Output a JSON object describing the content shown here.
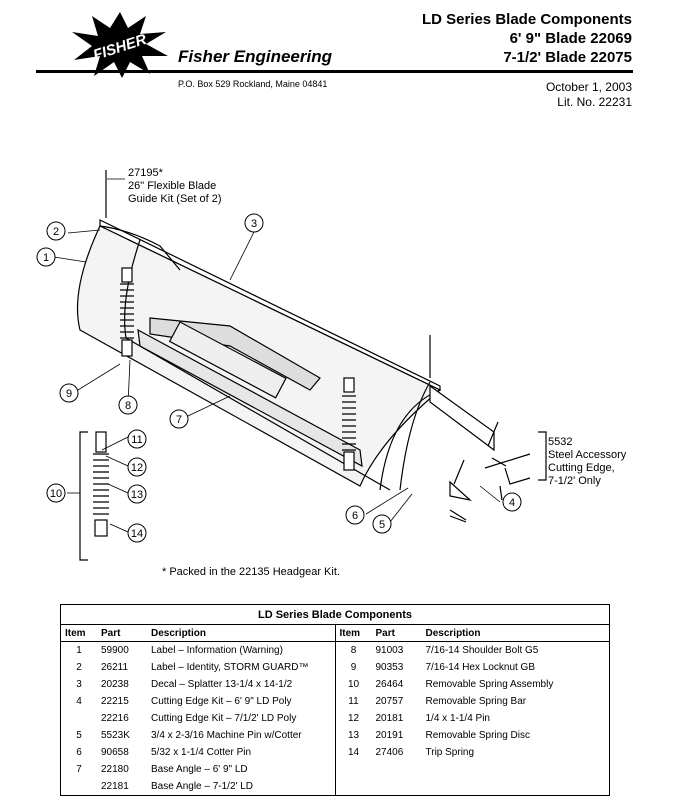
{
  "header": {
    "logo_text": "FISHER",
    "company": "Fisher Engineering",
    "address": "P.O. Box 529 Rockland, Maine 04841",
    "title_lines": [
      "LD Series Blade Components",
      "6' 9\" Blade 22069",
      "7-1/2' Blade 22075"
    ],
    "date": "October 1, 2003",
    "lit_no": "Lit. No. 22231"
  },
  "diagram": {
    "callouts": [
      "1",
      "2",
      "3",
      "4",
      "5",
      "6",
      "7",
      "8",
      "9",
      "10",
      "11",
      "12",
      "13",
      "14"
    ],
    "label_27195": [
      "27195*",
      "26\" Flexible Blade",
      "Guide Kit (Set of 2)"
    ],
    "label_5532": [
      "5532",
      "Steel Accessory",
      "Cutting Edge,",
      "7-1/2' Only"
    ],
    "footnote": "* Packed in the 22135 Headgear Kit."
  },
  "parts_table": {
    "title": "LD Series Blade Components",
    "headers": {
      "item": "Item",
      "part": "Part",
      "description": "Description"
    },
    "left_rows": [
      {
        "item": "1",
        "part": "59900",
        "desc": "Label – Information (Warning)"
      },
      {
        "item": "2",
        "part": "26211",
        "desc": "Label – Identity, STORM GUARD™"
      },
      {
        "item": "3",
        "part": "20238",
        "desc": "Decal – Splatter 13-1/4 x 14-1/2"
      },
      {
        "item": "4",
        "part": "22215",
        "desc": "Cutting Edge Kit – 6' 9\" LD Poly"
      },
      {
        "item": "",
        "part": "22216",
        "desc": "Cutting Edge Kit – 7/1/2' LD Poly"
      },
      {
        "item": "5",
        "part": "5523K",
        "desc": "3/4 x 2-3/16 Machine Pin w/Cotter"
      },
      {
        "item": "6",
        "part": "90658",
        "desc": "5/32 x 1-1/4 Cotter Pin"
      },
      {
        "item": "7",
        "part": "22180",
        "desc": "Base Angle – 6' 9\" LD"
      },
      {
        "item": "",
        "part": "22181",
        "desc": "Base Angle – 7-1/2' LD"
      }
    ],
    "right_rows": [
      {
        "item": "8",
        "part": "91003",
        "desc": "7/16-14 Shoulder Bolt G5"
      },
      {
        "item": "9",
        "part": "90353",
        "desc": "7/16-14 Hex Locknut GB"
      },
      {
        "item": "10",
        "part": "26464",
        "desc": "Removable Spring Assembly"
      },
      {
        "item": "11",
        "part": "20757",
        "desc": "Removable Spring Bar"
      },
      {
        "item": "12",
        "part": "20181",
        "desc": "1/4 x 1-1/4 Pin"
      },
      {
        "item": "13",
        "part": "20191",
        "desc": "Removable Spring Disc"
      },
      {
        "item": "14",
        "part": "27406",
        "desc": "Trip Spring"
      },
      {
        "item": "",
        "part": "",
        "desc": ""
      },
      {
        "item": "",
        "part": "",
        "desc": ""
      }
    ]
  }
}
